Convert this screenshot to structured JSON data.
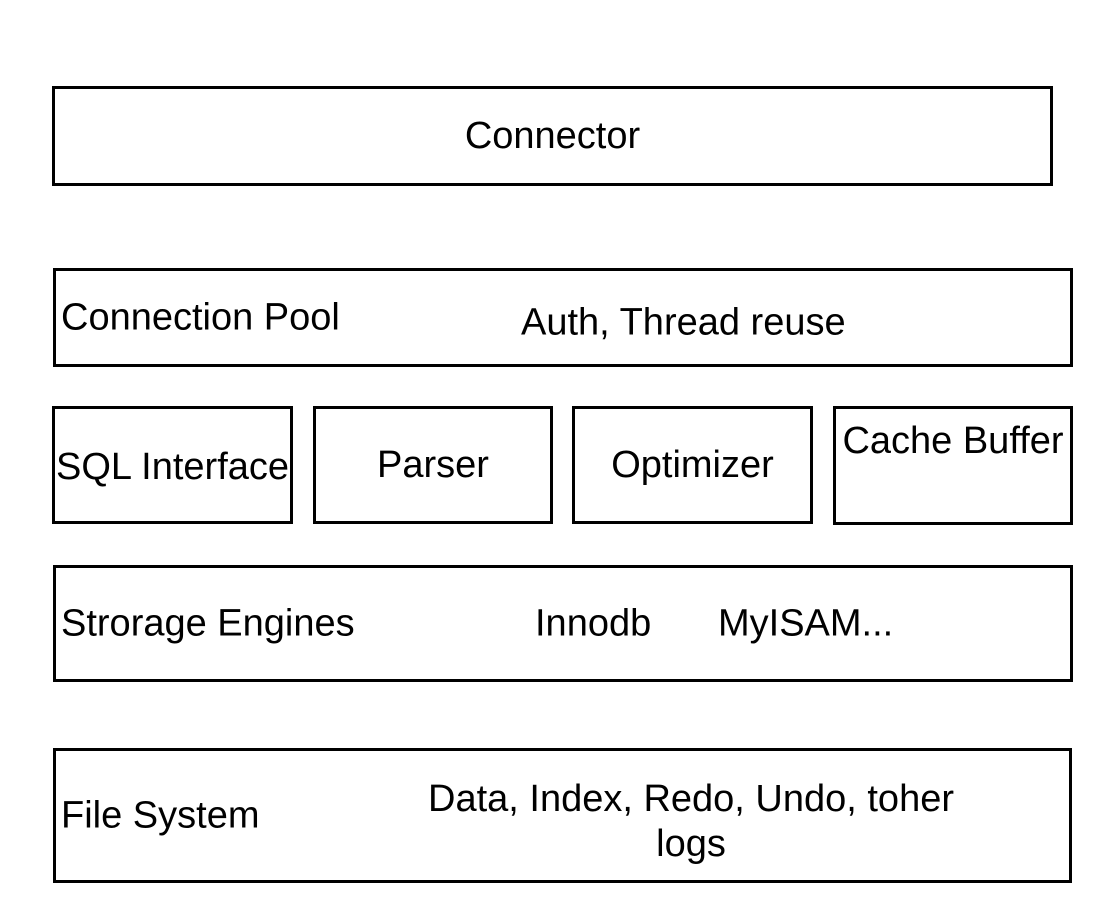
{
  "connector": {
    "label": "Connector"
  },
  "connection_pool": {
    "label": "Connection Pool",
    "sublabel": "Auth, Thread reuse"
  },
  "middle_row": {
    "sql_interface": "SQL Interface",
    "parser": "Parser",
    "optimizer": "Optimizer",
    "cache_buffer": "Cache Buffer"
  },
  "storage_engines": {
    "label": "Strorage Engines",
    "engines": [
      "Innodb",
      "MyISAM..."
    ]
  },
  "file_system": {
    "label": "File System",
    "sublabel": "Data, Index, Redo, Undo, toher logs"
  },
  "colors": {
    "background": "#ffffff",
    "border": "#000000",
    "text": "#000000"
  }
}
